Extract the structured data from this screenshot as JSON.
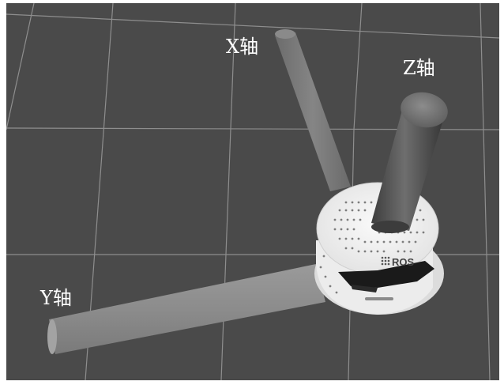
{
  "viewport": {
    "background": "#4a4a4a",
    "grid_color": "#8e8e8e"
  },
  "axes": {
    "x_label": "X轴",
    "y_label": "Y轴",
    "z_label": "Z轴",
    "color": "#8f8f8f"
  },
  "robot": {
    "logo_text": "ROS",
    "body_color": "#f2f2f2",
    "bumper_color": "#1a1a1a"
  }
}
